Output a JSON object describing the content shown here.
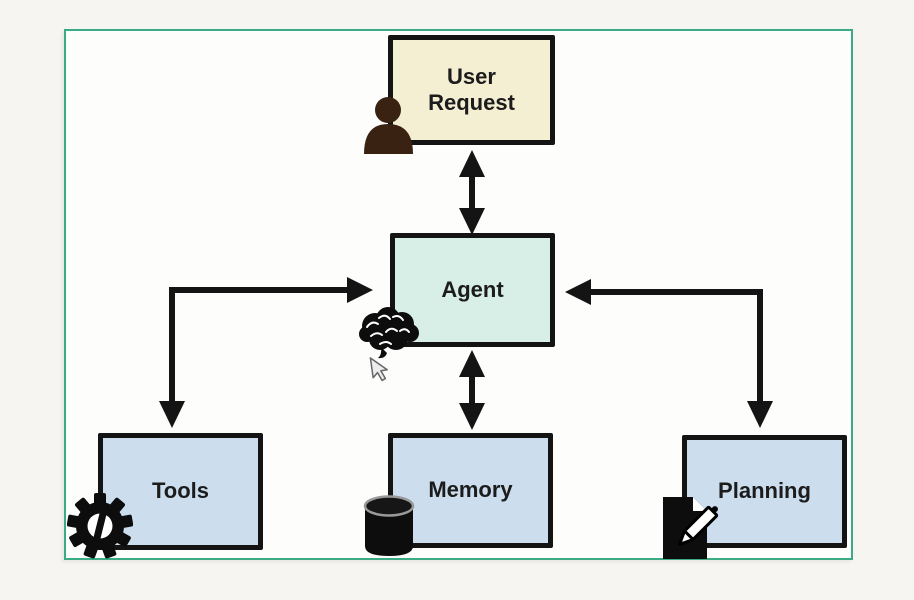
{
  "colors": {
    "page_bg": "#f6f5f2",
    "frame_bg": "#fdfdfc",
    "frame_border": "#3aab84",
    "node_border": "#141414",
    "arrow": "#141414",
    "user_request_fill": "#f4eed3",
    "agent_fill": "#d8efe8",
    "module_fill": "#ccddee",
    "person_icon": "#3a2213",
    "icon_black": "#0d0d0d",
    "text": "#1c1c1c"
  },
  "diagram": {
    "nodes": {
      "user_request": {
        "label": "User Request",
        "icon": "person-icon",
        "fill": "#f4eed3"
      },
      "agent": {
        "label": "Agent",
        "icon": "brain-icon",
        "fill": "#d8efe8"
      },
      "tools": {
        "label": "Tools",
        "icon": "gear-icon",
        "fill": "#ccddee"
      },
      "memory": {
        "label": "Memory",
        "icon": "database-icon",
        "fill": "#ccddee"
      },
      "planning": {
        "label": "Planning",
        "icon": "document-pencil-icon",
        "fill": "#ccddee"
      }
    },
    "edges": [
      {
        "from": "user_request",
        "to": "agent",
        "arrows": "both",
        "shape": "straight-vertical"
      },
      {
        "from": "agent",
        "to": "memory",
        "arrows": "both",
        "shape": "straight-vertical"
      },
      {
        "from": "agent",
        "to": "tools",
        "arrows": "both",
        "shape": "elbow"
      },
      {
        "from": "agent",
        "to": "planning",
        "arrows": "both",
        "shape": "elbow"
      }
    ],
    "cursor": {
      "style": "arrow-pointer",
      "near_node": "agent"
    }
  }
}
